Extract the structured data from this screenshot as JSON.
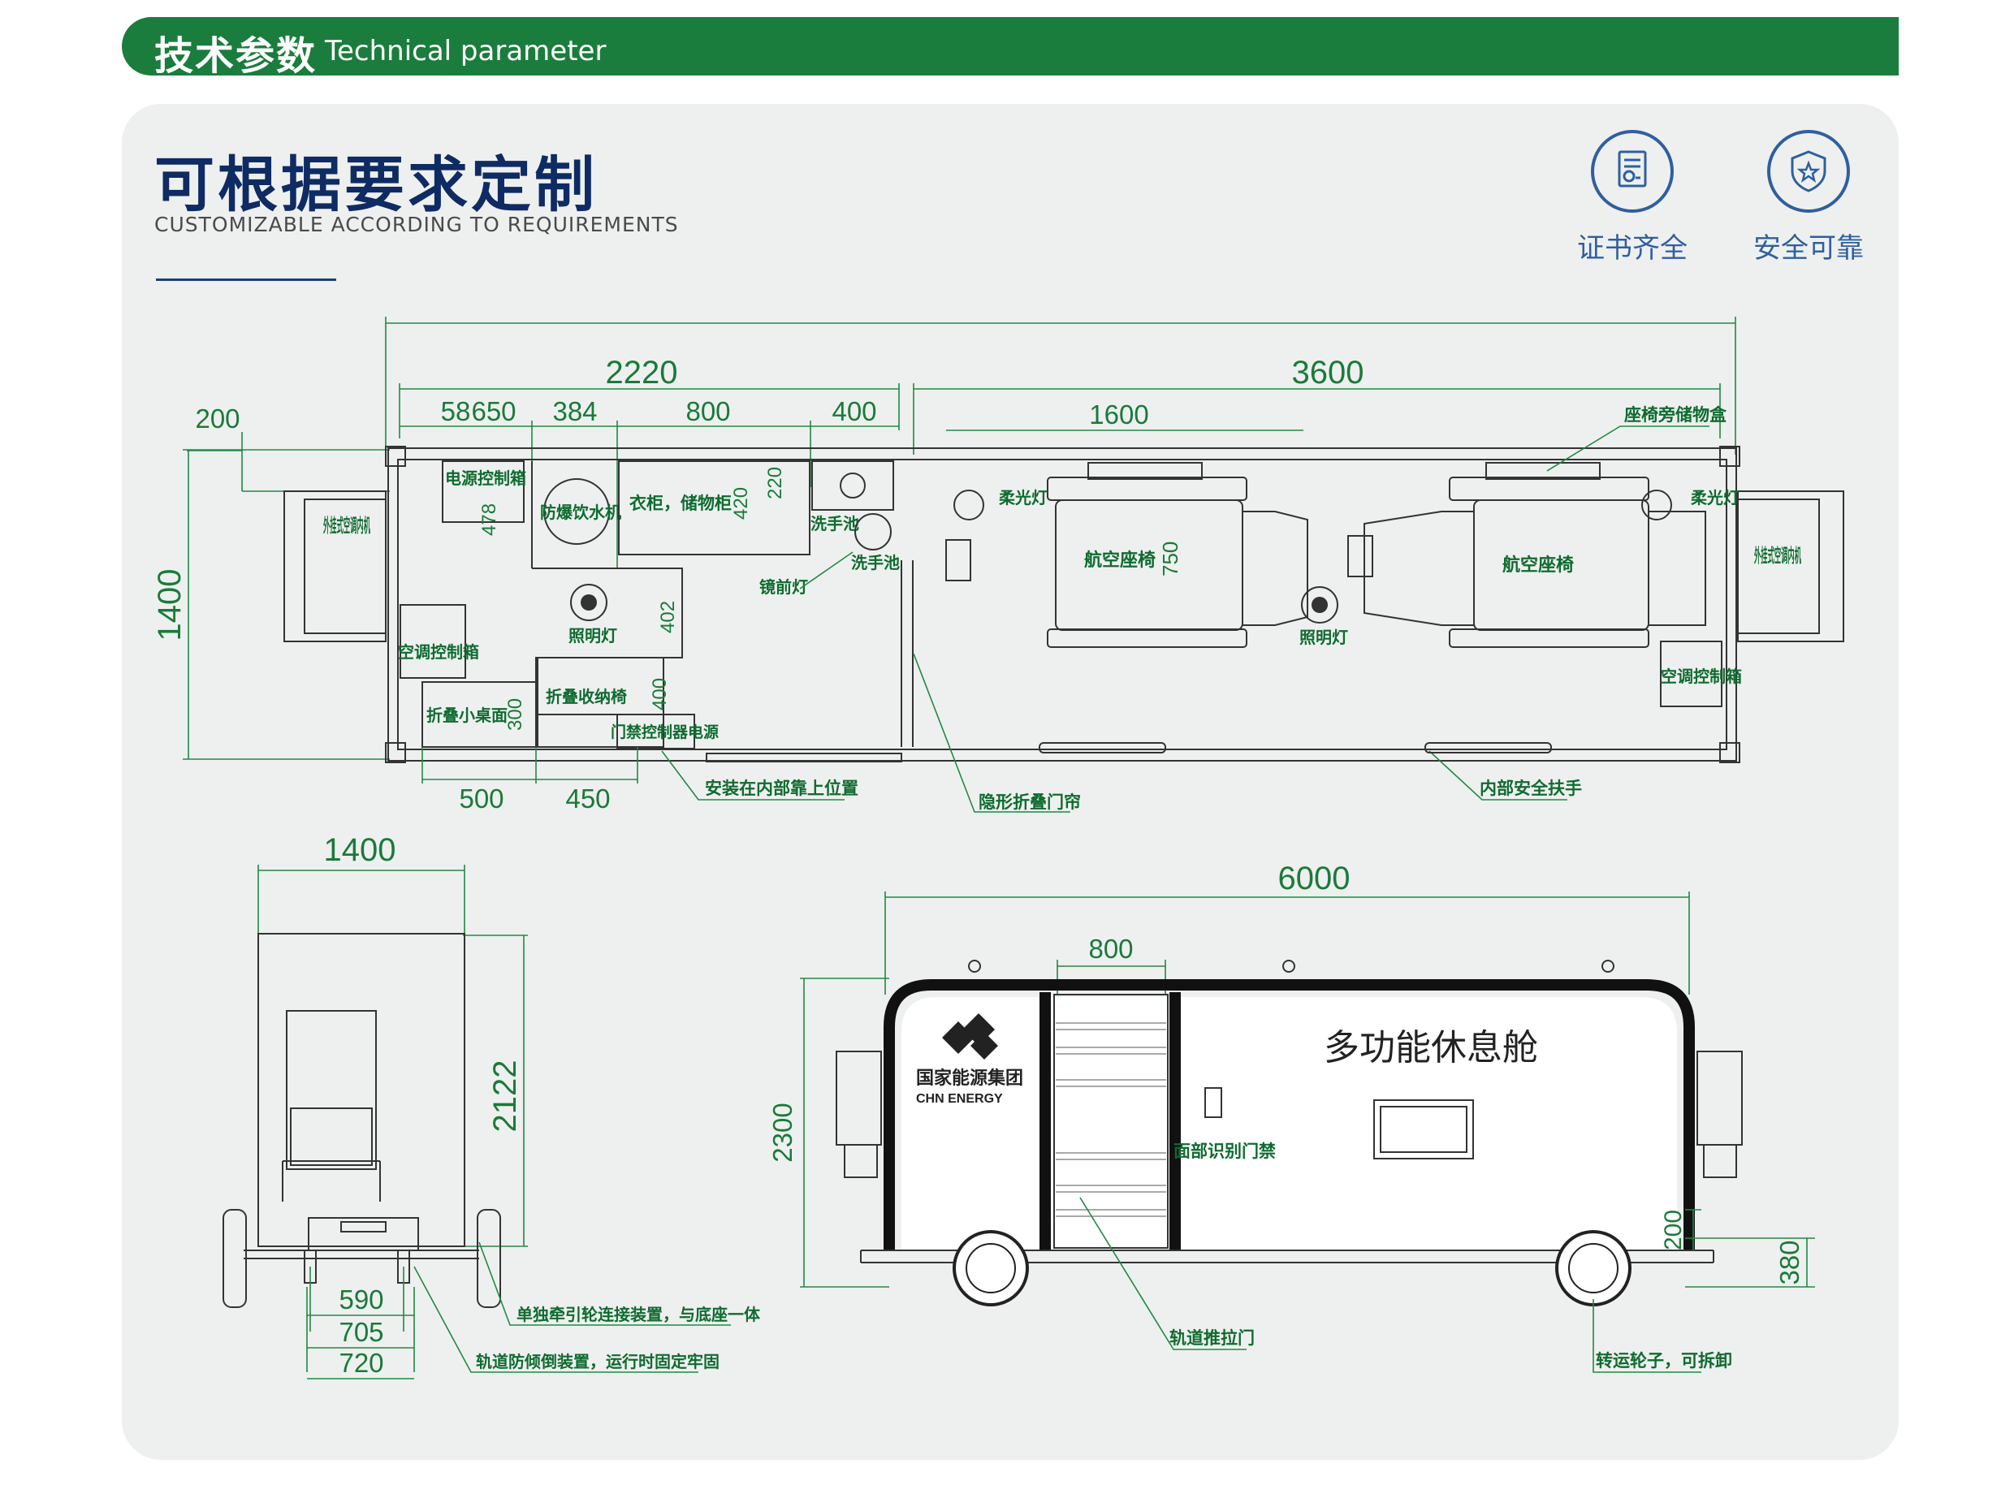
{
  "header": {
    "title_zh": "技术参数",
    "title_en": "Technical  parameter"
  },
  "intro": {
    "headline": "可根据要求定制",
    "subheadline": "CUSTOMIZABLE  ACCORDING  TO  REQUIREMENTS"
  },
  "badges": [
    {
      "icon": "certificate-icon",
      "label": "证书齐全"
    },
    {
      "icon": "shield-star-icon",
      "label": "安全可靠"
    }
  ],
  "plan": {
    "dims": {
      "d2220": "2220",
      "d3600": "3600",
      "d200": "200",
      "d586": "58",
      "d650": "650",
      "d384": "384",
      "d800": "800",
      "d400": "400",
      "d1600": "1600",
      "d1400": "1400",
      "d478": "478",
      "d420": "420",
      "d220": "220",
      "d402": "402",
      "d750": "750",
      "d300": "300",
      "d400b": "400",
      "d500": "500",
      "d450": "450"
    },
    "labels": {
      "power_box": "电源控制箱",
      "water": "防爆饮水机",
      "wardrobe": "衣柜，储物柜",
      "basin": "洗手池",
      "basin2": "洗手池",
      "mirror_light": "镜前灯",
      "light1": "照明灯",
      "light2": "照明灯",
      "ac_box1": "空调控制箱",
      "ac_box2": "空调控制箱",
      "fold_table": "折叠小桌面",
      "fold_chair": "折叠收纳椅",
      "door_power": "门禁控制器电源",
      "mount_note": "安装在内部靠上位置",
      "curtain": "隐形折叠门帘",
      "handrail": "内部安全扶手",
      "seat1": "航空座椅",
      "seat2": "航空座椅",
      "soft_light1": "柔光灯",
      "soft_light2": "柔光灯",
      "storage": "座椅旁储物盒",
      "ac_left": "外挂式空调内机",
      "ac_right": "外挂式空调内机"
    }
  },
  "side": {
    "dims": {
      "d1400": "1400",
      "d2122": "2122",
      "d590": "590",
      "d705": "705",
      "d720": "720"
    },
    "labels": {
      "tow": "单独牵引轮连接装置，与底座一体",
      "anti": "轨道防倾倒装置，运行时固定牢固"
    }
  },
  "front": {
    "dims": {
      "d6000": "6000",
      "d800": "800",
      "d2300": "2300",
      "d200": "200",
      "d380": "380"
    },
    "brand_zh": "国家能源集团",
    "brand_en": "CHN ENERGY",
    "cabin_name": "多功能休息舱",
    "labels": {
      "face_id": "面部识别门禁",
      "door": "轨道推拉门",
      "wheel": "转运轮子，可拆卸"
    }
  }
}
